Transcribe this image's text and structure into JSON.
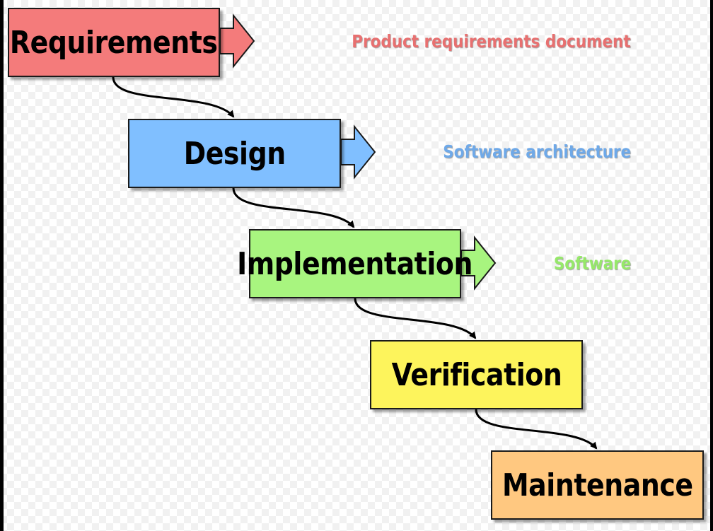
{
  "stages": [
    {
      "label": "Requirements",
      "color": "#f47b7b"
    },
    {
      "label": "Design",
      "color": "#80bfff"
    },
    {
      "label": "Implementation",
      "color": "#a8f57f"
    },
    {
      "label": "Verification",
      "color": "#fdf45c"
    },
    {
      "label": "Maintenance",
      "color": "#ffc880"
    }
  ],
  "outputs": [
    {
      "label": "Product requirements document",
      "color": "#e87070"
    },
    {
      "label": "Software architecture",
      "color": "#6fa9e8"
    },
    {
      "label": "Software",
      "color": "#96e86a"
    }
  ]
}
